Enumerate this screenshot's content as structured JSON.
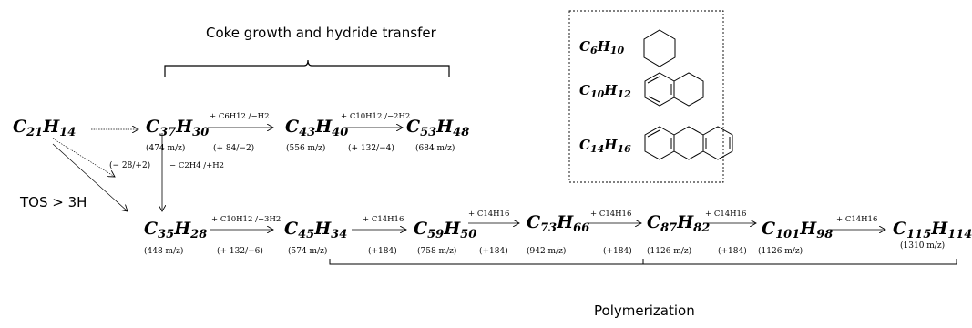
{
  "labels": {
    "coke_growth": "Coke growth and hydride transfer",
    "tos": "TOS > 3H",
    "polymerization": "Polymerization"
  },
  "species": {
    "c21": {
      "base": "C",
      "n1": "21",
      "h": "H",
      "n2": "14"
    },
    "c37": {
      "base": "C",
      "n1": "37",
      "h": "H",
      "n2": "30"
    },
    "c43": {
      "base": "C",
      "n1": "43",
      "h": "H",
      "n2": "40"
    },
    "c53": {
      "base": "C",
      "n1": "53",
      "h": "H",
      "n2": "48"
    },
    "c35": {
      "base": "C",
      "n1": "35",
      "h": "H",
      "n2": "28"
    },
    "c45": {
      "base": "C",
      "n1": "45",
      "h": "H",
      "n2": "34"
    },
    "c59": {
      "base": "C",
      "n1": "59",
      "h": "H",
      "n2": "50"
    },
    "c73": {
      "base": "C",
      "n1": "73",
      "h": "H",
      "n2": "66"
    },
    "c87": {
      "base": "C",
      "n1": "87",
      "h": "H",
      "n2": "82"
    },
    "c101": {
      "base": "C",
      "n1": "101",
      "h": "H",
      "n2": "98"
    },
    "c115": {
      "base": "C",
      "n1": "115",
      "h": "H",
      "n2": "114"
    }
  },
  "mz": {
    "c37": "(474  m/z)",
    "c43": "(556  m/z)",
    "c53": "(684  m/z)",
    "c35": "(448  m/z)",
    "c45": "(574  m/z)",
    "c59": "(758  m/z)",
    "c73": "(942  m/z)",
    "c87": "(1126  m/z)",
    "c101": "(1126  m/z)",
    "c115": "(1310  m/z)"
  },
  "deltas": {
    "c37_c43": "(+ 84/−2)",
    "c43_c53": "(+ 132/−4)",
    "c37_c35": "(− 28/+2)",
    "c35_c45": "(+ 132/−6)",
    "c45_c59": "(+184)",
    "c59_c73": "(+184)",
    "c73_c87": "(+184)",
    "c87_c101": "(+184)"
  },
  "reagents": {
    "c37_c43": "+ C6H12 /−H2",
    "c43_c53": "+ C10H12 /−2H2",
    "c37_c35": "− C2H4 /+H2",
    "c35_c45": "+ C10H12 /−3H2",
    "c45_c59": "+ C14H16",
    "c59_c73": "+ C14H16",
    "c73_c87": "+ C14H16",
    "c87_c101": "+ C14H16",
    "c101_c115": "+ C14H16"
  },
  "legend_box": {
    "items": [
      {
        "base": "C",
        "n1": "6",
        "h": "H",
        "n2": "10",
        "structure": "cyclohexene-structure"
      },
      {
        "base": "C",
        "n1": "10",
        "h": "H",
        "n2": "12",
        "structure": "tetralin-structure"
      },
      {
        "base": "C",
        "n1": "14",
        "h": "H",
        "n2": "16",
        "structure": "hexahydroanthracene-structure"
      }
    ]
  }
}
